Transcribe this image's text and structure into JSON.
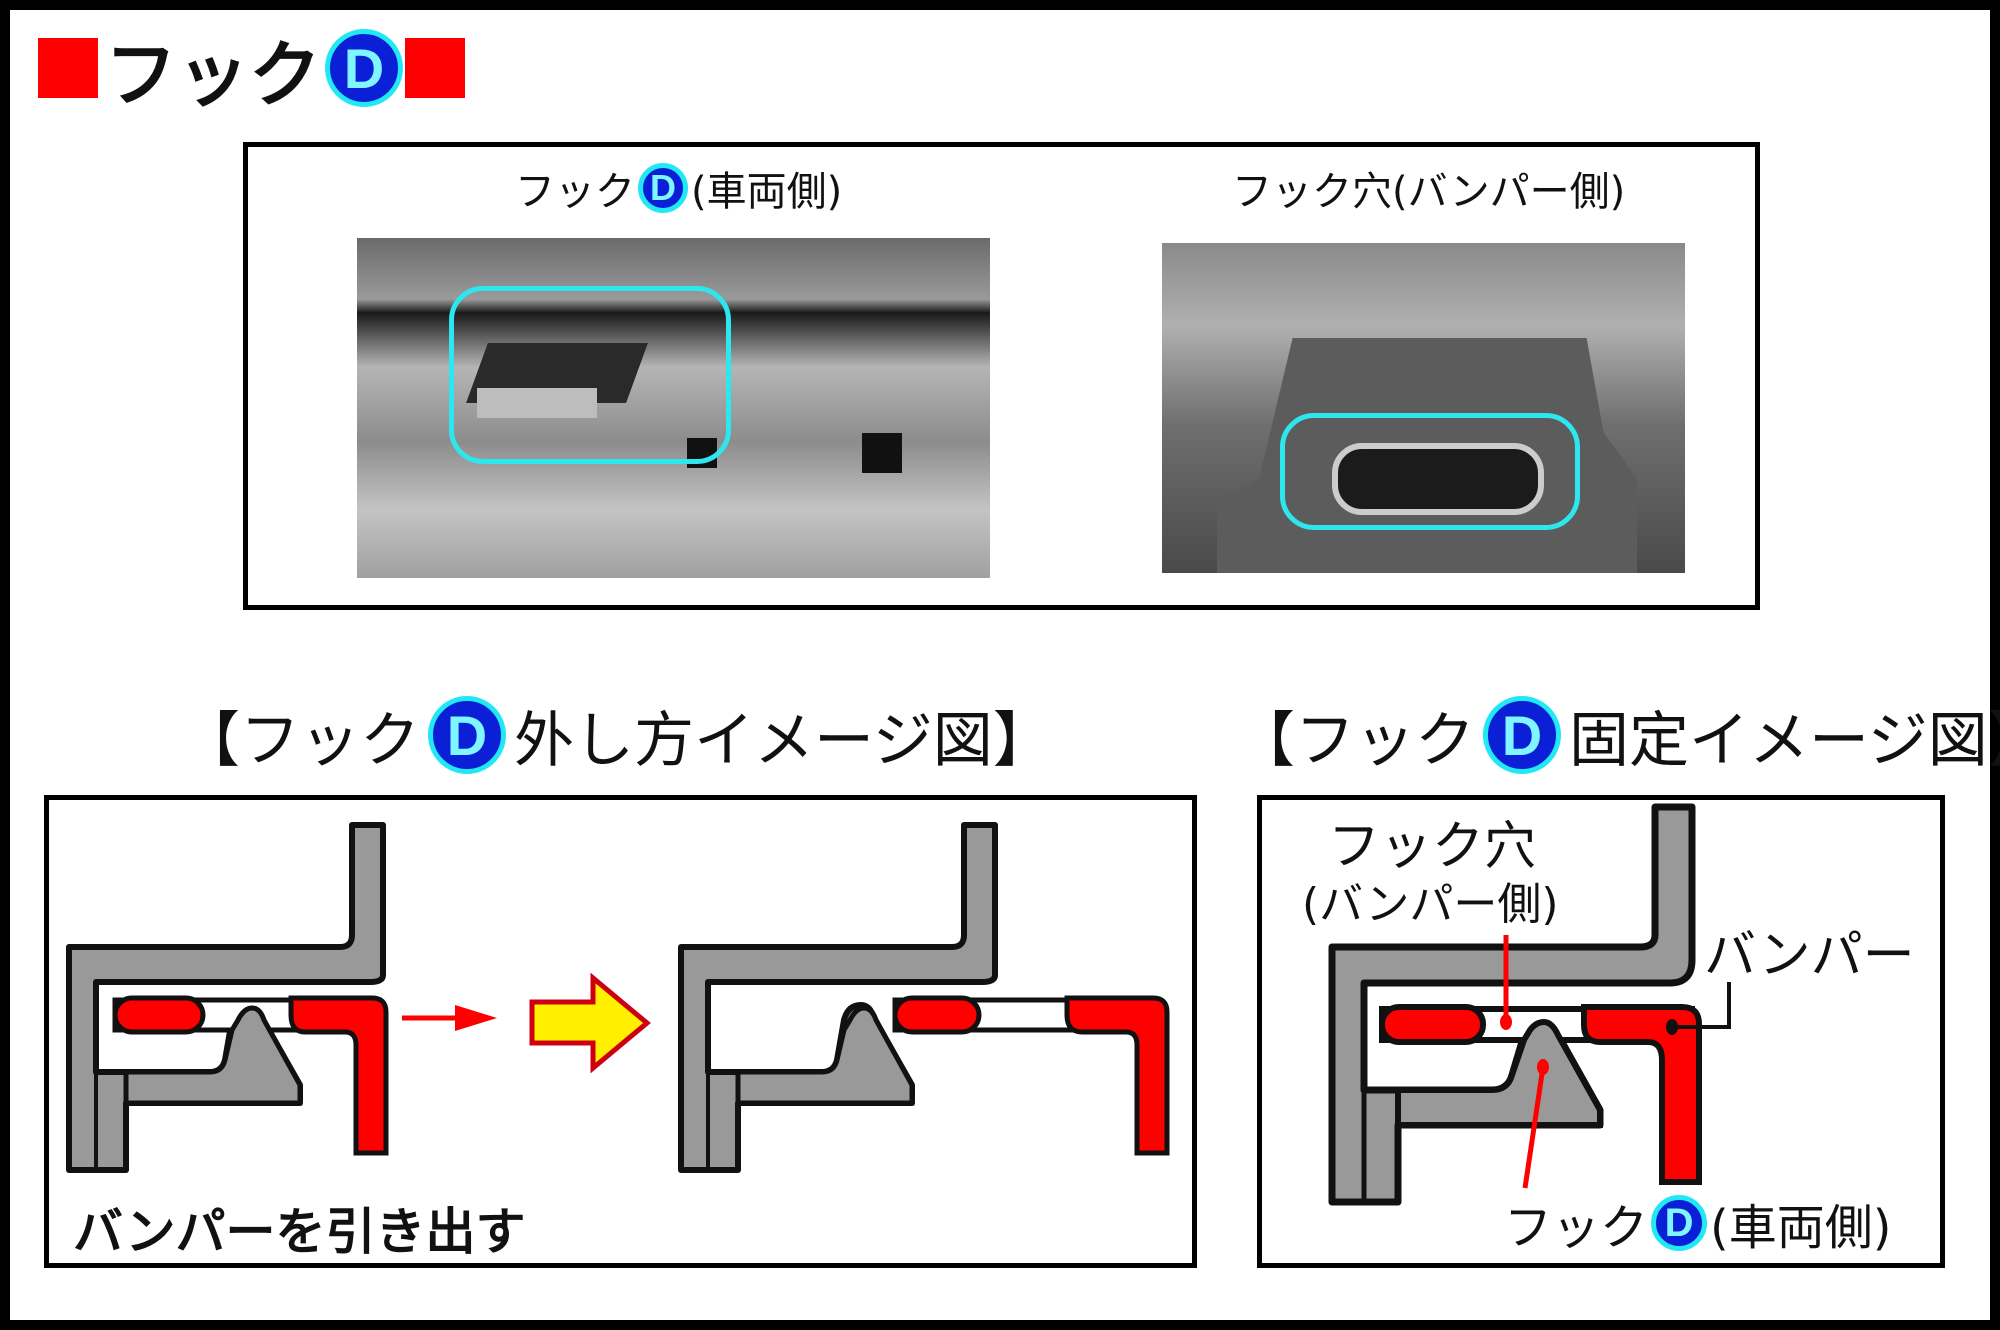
{
  "title": {
    "text": "フック",
    "badge": "D"
  },
  "photos": {
    "left_label": {
      "prefix": "フック",
      "badge": "D",
      "suffix": "(車両側)"
    },
    "right_label": "フック穴(バンパー側)"
  },
  "removal": {
    "heading": {
      "prefix": "【フック",
      "badge": "D",
      "suffix": "外し方イメージ図】"
    },
    "caption": "バンパーを引き出す"
  },
  "fixing": {
    "heading": {
      "prefix": "【フック",
      "badge": "D",
      "suffix": "固定イメージ図】"
    },
    "hole_label_1": "フック穴",
    "hole_label_2": "(バンパー側)",
    "bumper_label": "バンパー",
    "hook_label": {
      "prefix": "フック",
      "badge": "D",
      "suffix": "(車両側)"
    }
  },
  "colors": {
    "red": "#ff0000",
    "gray": "#999999",
    "cyan": "#22e8f5",
    "blue": "#0a1fd6",
    "yellow": "#fff000"
  }
}
